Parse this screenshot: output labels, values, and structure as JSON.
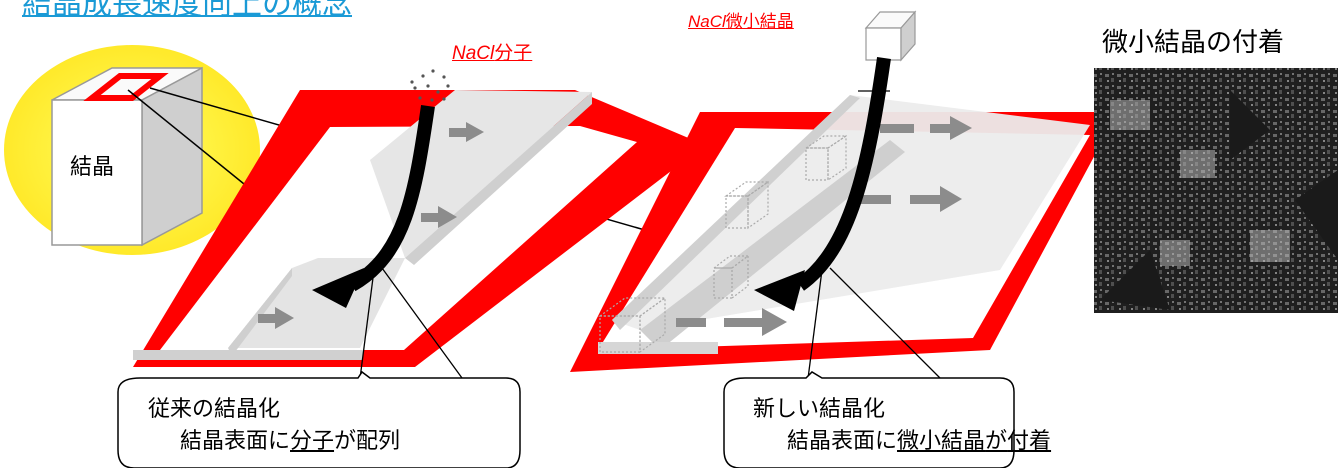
{
  "title": "結晶成長速度向上の概念",
  "labels": {
    "nacl_prefix": "NaCl",
    "molecule_suffix": "分子",
    "micro_suffix": "微小結晶",
    "crystal": "結晶",
    "photo": "微小結晶の付着"
  },
  "callouts": {
    "conventional": {
      "line1": "従来の結晶化",
      "line2_pre": "結晶表面に",
      "line2_ul": "分子",
      "line2_mid": "が配列",
      "line2_post": ""
    },
    "new_method": {
      "line1": "新しい結晶化",
      "line2_pre": "結晶表面に",
      "line2_ul": "微小結晶",
      "line2_mid": "が",
      "line2_post": "付着"
    }
  },
  "colors": {
    "title": "#1a9ad6",
    "accent_red": "#ff0000",
    "highlight_yellow": "#fff240",
    "arrow_grey": "#8c8c8c",
    "surface_grey": "#e6e6e6"
  }
}
